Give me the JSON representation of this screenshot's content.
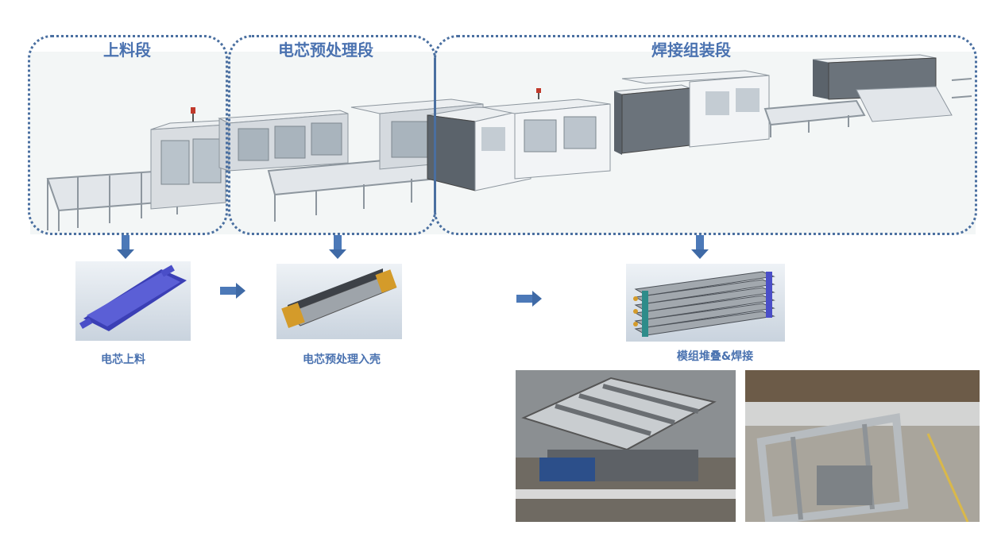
{
  "segments": [
    {
      "title": "上料段"
    },
    {
      "title": "电芯预处理段"
    },
    {
      "title": "焊接组装段"
    }
  ],
  "steps": [
    {
      "label": "电芯上料"
    },
    {
      "label": "电芯预处理入壳"
    },
    {
      "label": "模组堆叠&焊接"
    }
  ],
  "colors": {
    "accent_text": "#4a72b0",
    "arrow": "#4c79b8",
    "dotted_border": "#4a6fa0",
    "cell_blue": "#5b5fd6"
  }
}
